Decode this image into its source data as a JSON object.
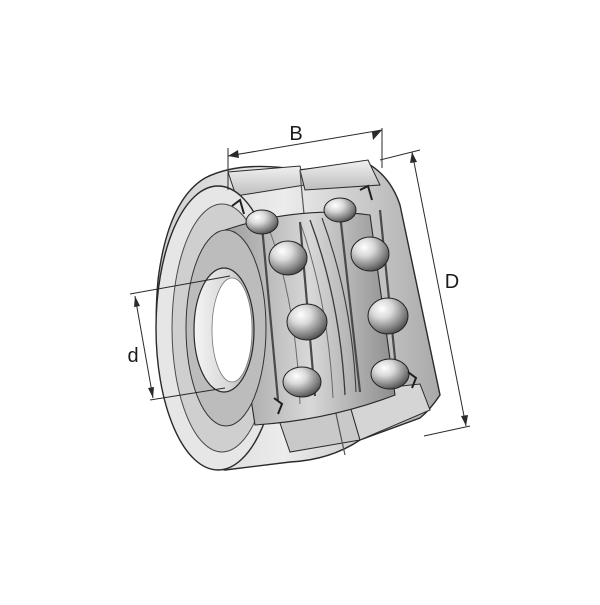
{
  "diagram": {
    "subject": "cutaway-double-row-angular-contact-ball-bearing",
    "labels": {
      "width": "B",
      "outer_diameter": "D",
      "bore_diameter": "d"
    }
  },
  "colors": {
    "background": "#ffffff",
    "line": "#2a2a2a",
    "steel_light": "#e2e2e2",
    "steel_mid": "#b9b9b9",
    "steel_dark": "#7c7c7c",
    "label": "#1a1a1a"
  }
}
